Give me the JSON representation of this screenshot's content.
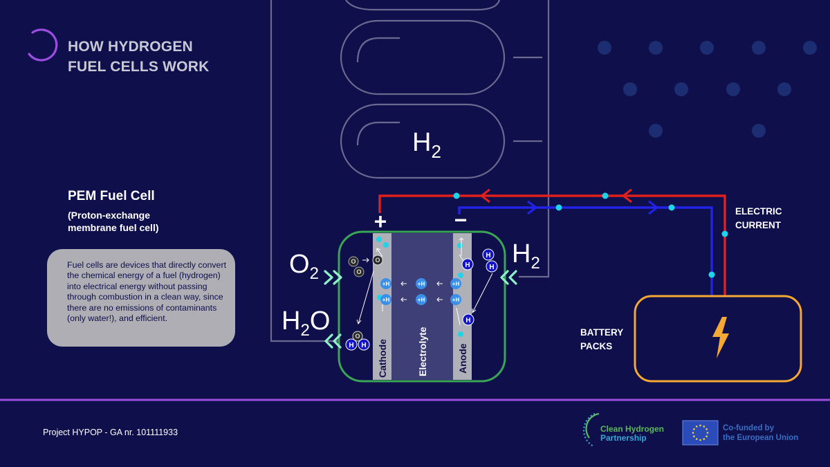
{
  "header": {
    "title_line1": "HOW HYDROGEN",
    "title_line2": "FUEL CELLS WORK"
  },
  "section": {
    "title": "PEM Fuel Cell",
    "subtitle_line1": "(Proton-exchange",
    "subtitle_line2": "membrane fuel cell)",
    "description": "Fuel cells are devices that directly convert the chemical energy of a fuel (hydrogen) into electrical energy without passing through combustion in a clean way, since there are no emissions of contaminants (only water!), and efficient."
  },
  "diagram": {
    "tank_label": "H",
    "tank_label_sub": "2",
    "o2_label": "O",
    "o2_sub": "2",
    "h2o_label_h": "H",
    "h2o_sub": "2",
    "h2o_label_o": "O",
    "h2_label": "H",
    "h2_sub": "2",
    "plus_sign": "+",
    "minus_sign": "−",
    "cathode_label": "Cathode",
    "electrolyte_label": "Electrolyte",
    "anode_label": "Anode",
    "proton_label": "+H",
    "hydrogen_atom": "H",
    "oxygen_atom": "O",
    "electric_current_line1": "ELECTRIC",
    "electric_current_line2": "CURRENT",
    "battery_line1": "BATTERY",
    "battery_line2": "PACKS"
  },
  "footer": {
    "project": "Project HYPOP - GA nr. 101111933",
    "partner_line1": "Clean Hydrogen",
    "partner_line2": "Partnership",
    "eu_line1": "Co-funded by",
    "eu_line2": "the European Union"
  },
  "colors": {
    "background": "#0f0f4b",
    "accent_purple": "#9b4dde",
    "cell_border": "#3aa655",
    "wire_red": "#e0201c",
    "wire_blue": "#2323e8",
    "battery_orange": "#f5a833",
    "cyan_dot": "#1fd3e8",
    "electrode_grey": "#b0b0b8",
    "electrolyte": "#3f3f78",
    "arrow_mint": "#8df0c6",
    "eu_blue": "#2b4cb8"
  }
}
